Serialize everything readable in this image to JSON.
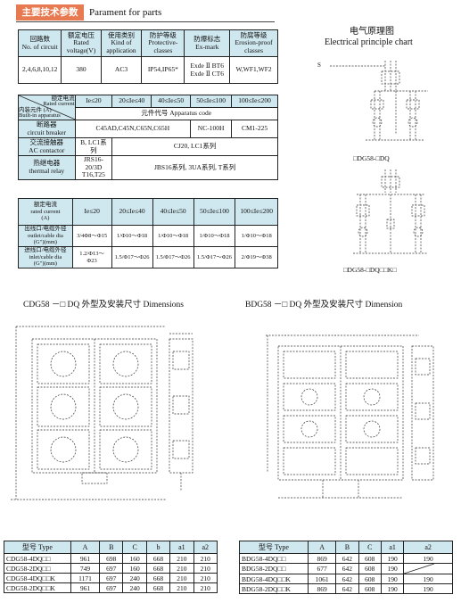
{
  "header": {
    "badge_cn": "主要技术参数",
    "title_en": "Parament for parts"
  },
  "spec_table": {
    "headers": [
      [
        "回路数",
        "No. of circuit"
      ],
      [
        "额定电压",
        "Rated voltage(V)"
      ],
      [
        "使用类别",
        "Kind of application"
      ],
      [
        "防护等级",
        "Protective-classes"
      ],
      [
        "防爆标志",
        "Ex-mark"
      ],
      [
        "防腐等级",
        "Erosion-proof classes"
      ]
    ],
    "row": [
      "2,4,6,8,10,12",
      "380",
      "AC3",
      "IP54,IP65*",
      "Exde Ⅱ BT6",
      "Exde Ⅱ CT6",
      "W,WF1,WF2"
    ]
  },
  "parts_table": {
    "corner_top": "额定电流",
    "corner_top2": "Rated current",
    "corner_unit": "(A)",
    "corner_bottom": "内装元件",
    "corner_bottom2": "Built-in apparatus",
    "ranges": [
      "Ie≤20",
      "20≤Ie≤40",
      "40≤Ie≤50",
      "50≤Ie≤100",
      "100≤Ie≤200"
    ],
    "code_label": "元件代号 Apparatus code",
    "rows": [
      {
        "name_cn": "断路器",
        "name_en": "circuit breaker",
        "cells": [
          "C45AD,C45N,C65N,C65H",
          "NC-100H",
          "CM1-225"
        ]
      },
      {
        "name_cn": "交流接触器",
        "name_en": "AC contactor",
        "cells": [
          "B, LC1系列",
          "CJ20, LC1系列"
        ]
      },
      {
        "name_cn": "热继电器",
        "name_en": "thermal relay",
        "cells": [
          "JRS16-20/3D",
          "T16,T25",
          "JBS16系列, 3UA系列, T系列"
        ]
      }
    ]
  },
  "cable_table": {
    "corner": [
      "额定电流",
      "rated current",
      "(A)"
    ],
    "ranges": [
      "Ie≤20",
      "20≤Ie≤40",
      "40≤Ie≤50",
      "50≤Ie≤100",
      "100≤Ie≤200"
    ],
    "rows": [
      {
        "label": [
          "出线口/电缆外径",
          "outlet/cable dia",
          "(G″)(mm)"
        ],
        "cells": [
          "3/4Φ8～Φ15",
          "1/Φ10～Φ18",
          "1/Φ10～Φ18",
          "1/Φ10～Φ18",
          "1/Φ10～Φ18"
        ]
      },
      {
        "label": [
          "进线口/电缆外径",
          "inlet/cable dia",
          "(G″)(mm)"
        ],
        "cells": [
          "1.2/Φ13～Φ23",
          "1.5/Φ17～Φ26",
          "1.5/Φ17～Φ26",
          "1.5/Φ17～Φ26",
          "2/Φ19～Φ38"
        ]
      }
    ]
  },
  "circuit": {
    "title_cn": "电气原理图",
    "title_en": "Electrical principle chart",
    "s_label": "S",
    "caption1": "□DG58-□DQ",
    "caption2": "□DG58-□DQ□□K□"
  },
  "dims": {
    "left_title": "CDG58 －□ DQ 外型及安装尺寸 Dimensions",
    "right_title": "BDG58 －□ DQ 外型及安装尺寸 Dimension"
  },
  "cdg_table": {
    "headers": [
      "型号 Type",
      "A",
      "B",
      "C",
      "b",
      "a1",
      "a2"
    ],
    "rows": [
      [
        "CDG58-4DQ□□",
        "961",
        "698",
        "160",
        "668",
        "210",
        "210"
      ],
      [
        "CDG58-2DQ□□",
        "749",
        "697",
        "160",
        "668",
        "210",
        "210"
      ],
      [
        "CDG58-4DQ□□K",
        "1171",
        "697",
        "240",
        "668",
        "210",
        "210"
      ],
      [
        "CDG58-2DQ□□K",
        "961",
        "697",
        "240",
        "668",
        "210",
        "210"
      ]
    ]
  },
  "bdg_table": {
    "headers": [
      "型号 Type",
      "A",
      "B",
      "C",
      "a1",
      "a2"
    ],
    "rows": [
      [
        "BDG58-4DQ□□",
        "869",
        "642",
        "608",
        "190",
        "190"
      ],
      [
        "BDG58-2DQ□□",
        "677",
        "642",
        "608",
        "190",
        ""
      ],
      [
        "BDG58-4DQ□□K",
        "1061",
        "642",
        "608",
        "190",
        "190"
      ],
      [
        "BDG58-2DQ□□K",
        "869",
        "642",
        "608",
        "190",
        "190"
      ]
    ]
  }
}
